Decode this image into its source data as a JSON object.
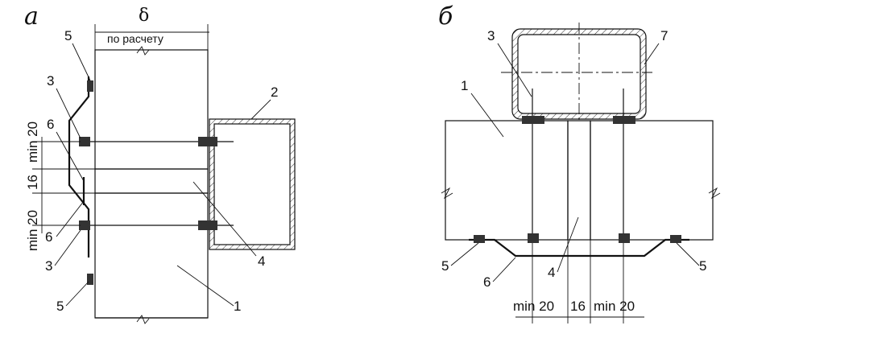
{
  "panel_a": {
    "letter": "а",
    "delta": "δ",
    "delta_note": "по расчету",
    "callouts": {
      "c5_top": "5",
      "c3_top": "3",
      "c6_top": "6",
      "c2": "2",
      "c4": "4",
      "c6_bot": "6",
      "c3_bot": "3",
      "c5_bot": "5",
      "c1": "1"
    },
    "dims": {
      "min20_top": "min 20",
      "gap16": "16",
      "min20_bot": "min 20"
    }
  },
  "panel_b": {
    "letter": "б",
    "callouts": {
      "c3": "3",
      "c7": "7",
      "c1": "1",
      "c5_left": "5",
      "c6": "6",
      "c4": "4",
      "c5_right": "5"
    },
    "dims": {
      "min20_left": "min 20",
      "gap16": "16",
      "min20_right": "min 20"
    }
  }
}
